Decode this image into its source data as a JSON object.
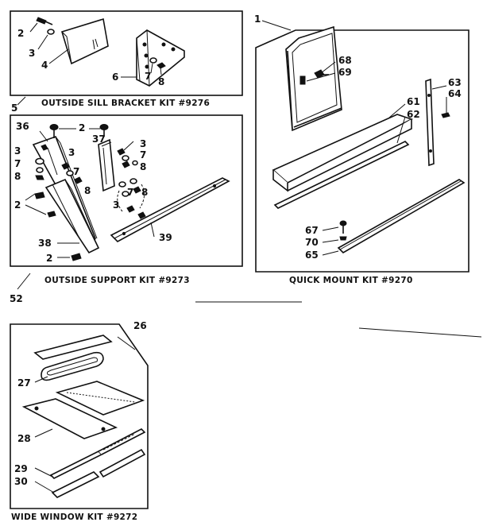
{
  "kits": {
    "sill": "OUTSIDE SILL BRACKET KIT #9276",
    "support": "OUTSIDE SUPPORT KIT #9273",
    "quick": "QUICK MOUNT KIT #9270",
    "wide": "WIDE WINDOW KIT #9272"
  },
  "callouts": {
    "c1": "1",
    "c2a": "2",
    "c3a": "3",
    "c4": "4",
    "c5": "5",
    "c6": "6",
    "c7a": "7",
    "c8a": "8",
    "c36": "36",
    "c2b": "2",
    "c37": "37",
    "c3b": "3",
    "c7b": "7",
    "c8b": "8",
    "c3c": "3",
    "c7c": "7",
    "c8c": "8",
    "c3d": "3",
    "c7d": "7",
    "c8d": "8",
    "c2c": "2",
    "c38": "38",
    "c2d": "2",
    "c39": "39",
    "c52": "52",
    "c3e": "3",
    "c7e": "7",
    "c8e": "8",
    "c68": "68",
    "c69": "69",
    "c63": "63",
    "c64": "64",
    "c61": "61",
    "c62": "62",
    "c67": "67",
    "c70": "70",
    "c65": "65",
    "c26": "26",
    "c27": "27",
    "c28": "28",
    "c29": "29",
    "c30": "30"
  }
}
